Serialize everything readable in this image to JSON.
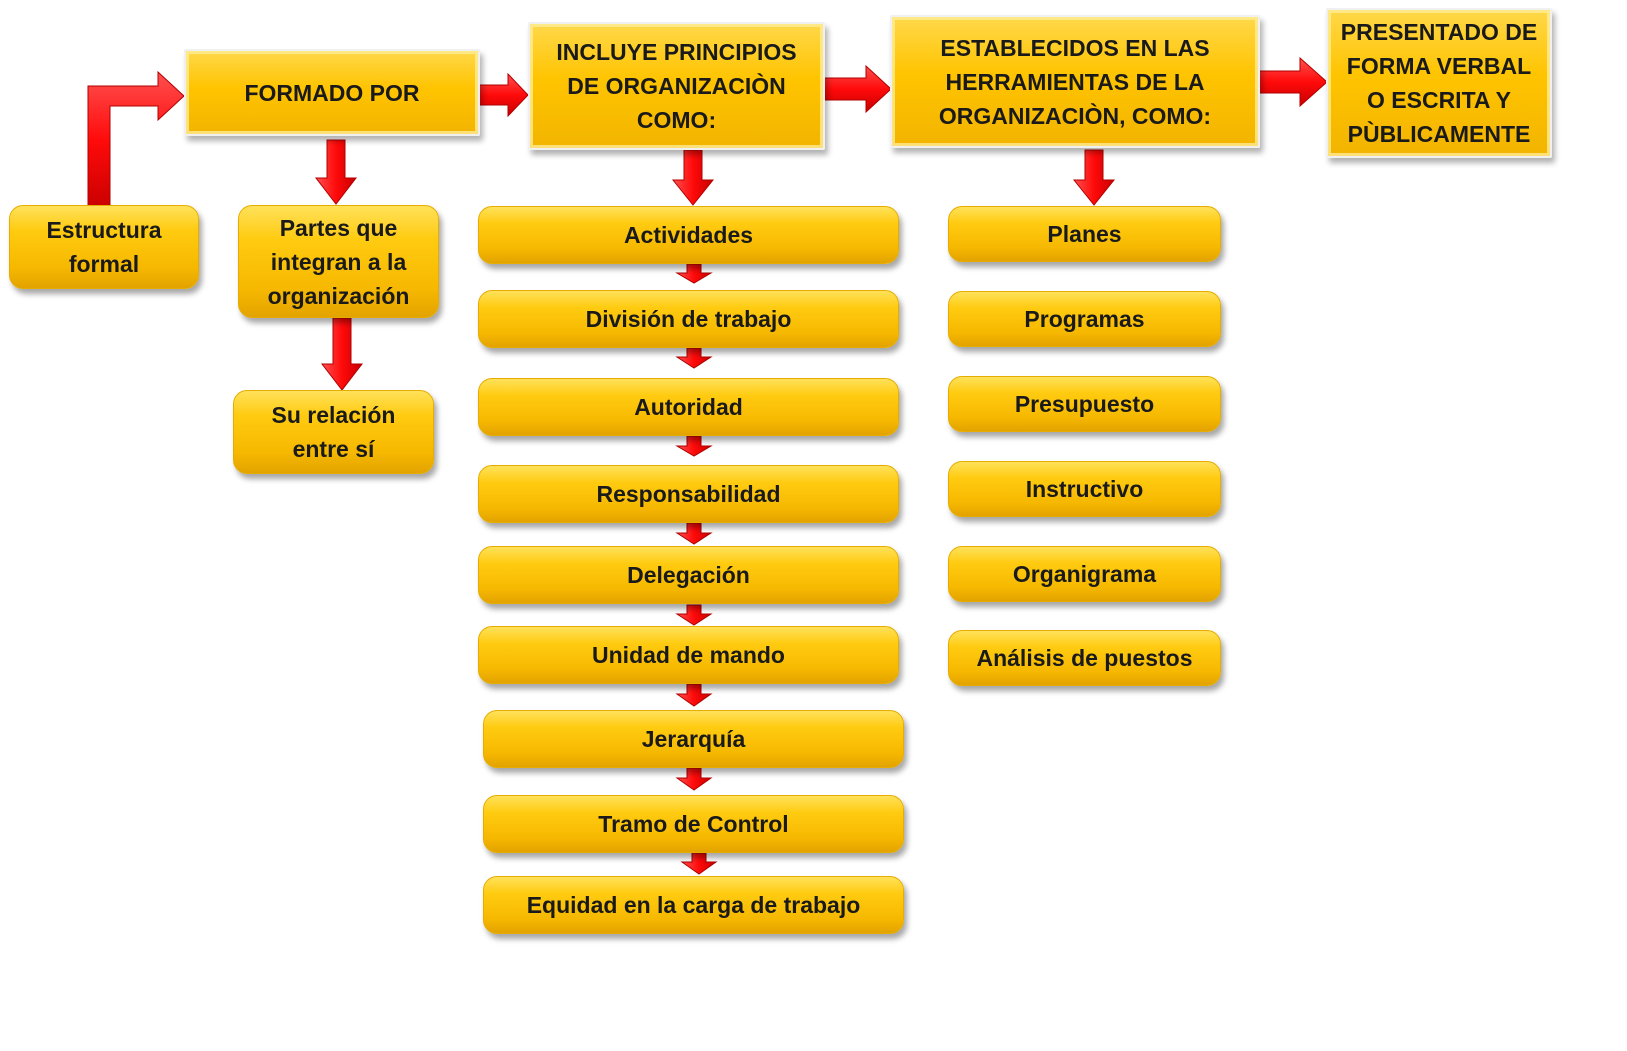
{
  "colors": {
    "box_fill": "#ffc400",
    "arrow": "#ff0a0a",
    "text": "#1a1a1a"
  },
  "main_chain": {
    "formado_por": "FORMADO POR",
    "incluye": "INCLUYE PRINCIPIOS DE ORGANIZACIÒN COMO:",
    "establecidos": "ESTABLECIDOS EN LAS HERRAMIENTAS DE LA ORGANIZACIÒN, COMO:",
    "presentado": "PRESENTADO DE FORMA VERBAL O ESCRITA Y PÙBLICAMENTE"
  },
  "left_nodes": {
    "estructura": "Estructura formal",
    "partes": "Partes que integran a la organización",
    "relacion": "Su relación entre sí"
  },
  "principios": [
    "Actividades",
    "División de trabajo",
    "Autoridad",
    "Responsabilidad",
    "Delegación",
    "Unidad de mando",
    "Jerarquía",
    "Tramo de Control",
    "Equidad en la carga de trabajo"
  ],
  "herramientas": [
    "Planes",
    "Programas",
    "Presupuesto",
    "Instructivo",
    "Organigrama",
    "Análisis de puestos"
  ]
}
